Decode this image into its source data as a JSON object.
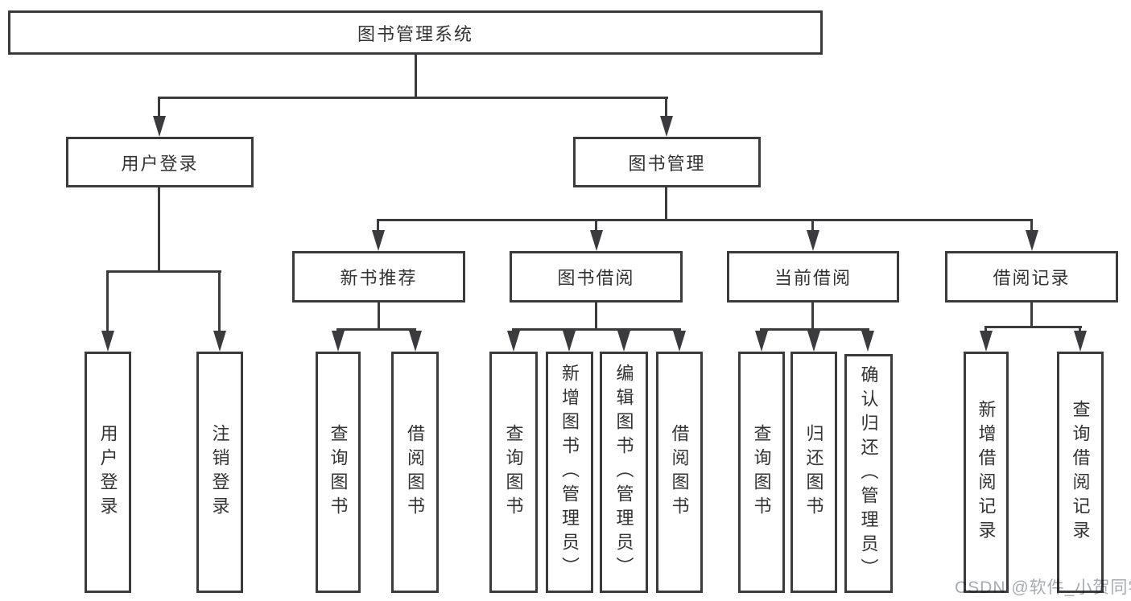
{
  "tree": {
    "root": {
      "label": "图书管理系统"
    },
    "children": [
      {
        "label": "用户登录",
        "children": [
          {
            "label": "用户登录"
          },
          {
            "label": "注销登录"
          }
        ]
      },
      {
        "label": "图书管理",
        "children": [
          {
            "label": "新书推荐",
            "children": [
              {
                "label": "查询图书"
              },
              {
                "label": "借阅图书"
              }
            ]
          },
          {
            "label": "图书借阅",
            "children": [
              {
                "label": "查询图书"
              },
              {
                "label": "新增图书（管理员）"
              },
              {
                "label": "编辑图书（管理员）"
              },
              {
                "label": "借阅图书"
              }
            ]
          },
          {
            "label": "当前借阅",
            "children": [
              {
                "label": "查询图书"
              },
              {
                "label": "归还图书"
              },
              {
                "label": "确认归还（管理员）"
              }
            ]
          },
          {
            "label": "借阅记录",
            "children": [
              {
                "label": "新增借阅记录"
              },
              {
                "label": "查询借阅记录"
              }
            ]
          }
        ]
      }
    ]
  },
  "watermark": {
    "text": "CSDN @软件_小贺同学"
  },
  "colors": {
    "line": "#3b3b3d",
    "text": "#333333",
    "background": "#ffffff",
    "watermark": "#a6abb1"
  }
}
